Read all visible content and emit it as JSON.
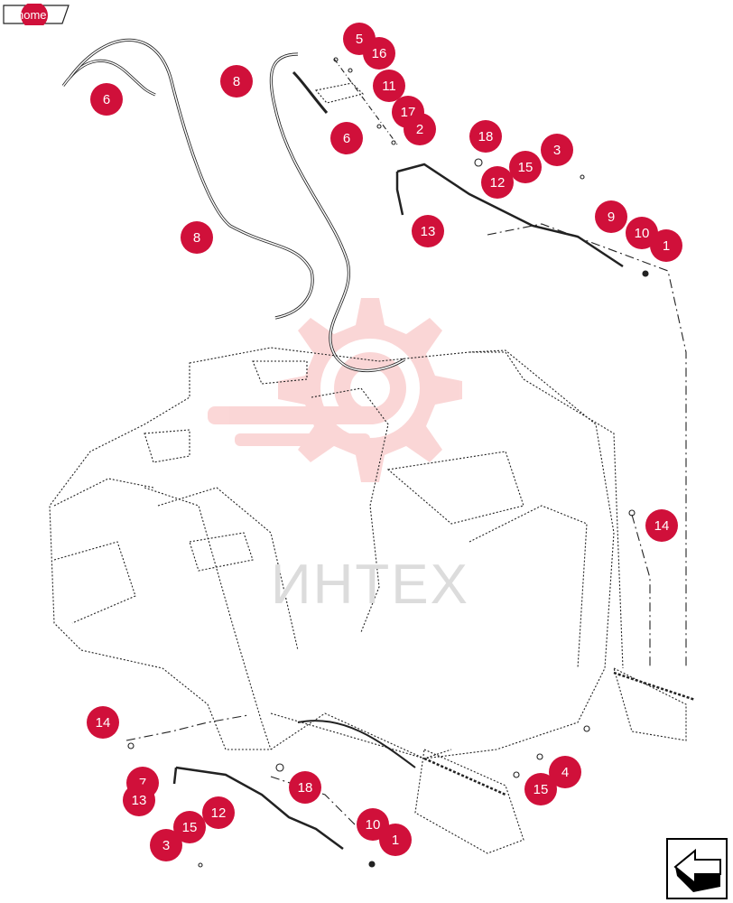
{
  "nav": {
    "home_label": "home",
    "back_icon": "back-arrow-icon"
  },
  "watermark": {
    "text": "ИНТЕХ",
    "logo_icon": "gear-logo-icon",
    "color": "#f7c5c5"
  },
  "callout_color": "#d0103a",
  "callouts": [
    "5",
    "16",
    "11",
    "17",
    "2",
    "6",
    "6",
    "8",
    "8",
    "18",
    "3",
    "15",
    "12",
    "9",
    "10",
    "1",
    "13",
    "14",
    "14",
    "7",
    "13",
    "18",
    "12",
    "15",
    "3",
    "10",
    "1",
    "4",
    "15"
  ]
}
